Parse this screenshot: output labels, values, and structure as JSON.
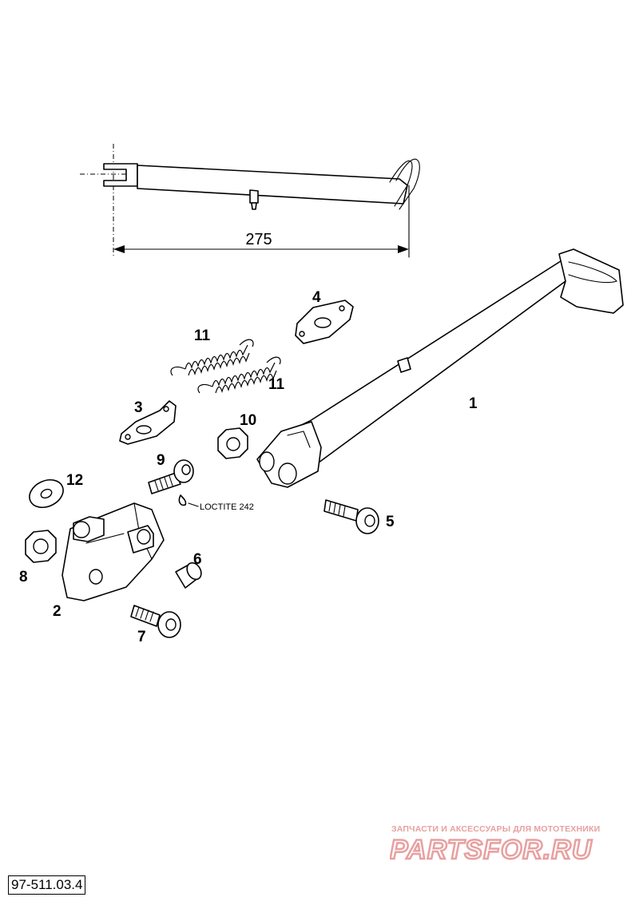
{
  "dimension": {
    "value": "275"
  },
  "note": {
    "loctite": "LOCTITE 242"
  },
  "callouts": {
    "p1": "1",
    "p2": "2",
    "p3": "3",
    "p4": "4",
    "p5": "5",
    "p6": "6",
    "p7": "7",
    "p8": "8",
    "p9": "9",
    "p10": "10",
    "p11a": "11",
    "p11b": "11",
    "p12": "12"
  },
  "drawing_code": "97-511.03.4",
  "watermark": {
    "caption": "ЗАПЧАСТИ И АКСЕССУАРЫ ДЛЯ МОТОТЕХНИКИ",
    "logo_text": "PARTSFOR.RU",
    "color": "#e8a0a0"
  }
}
